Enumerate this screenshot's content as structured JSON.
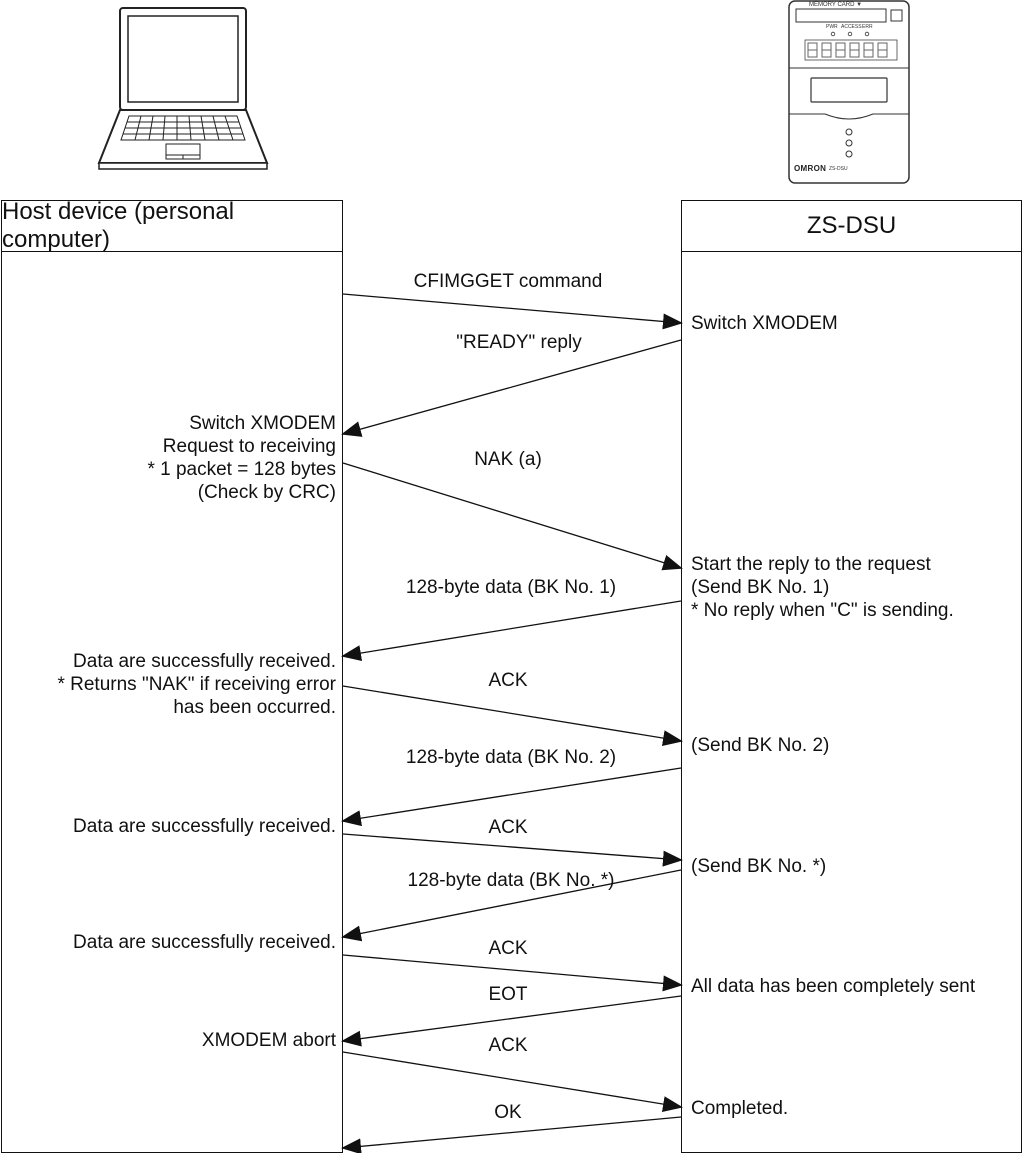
{
  "host": {
    "title": "Host device (personal computer)"
  },
  "device": {
    "title": "ZS-DSU",
    "brand": "OMRON",
    "model": "ZS-DSU",
    "card_label": "MEMORY CARD ▼",
    "leds": [
      "PWR",
      "ACCESS",
      "ERR"
    ]
  },
  "messages": [
    {
      "label": "CFIMGGET command",
      "direction": "to-device"
    },
    {
      "label": "\"READY\" reply",
      "direction": "to-host"
    },
    {
      "label": "NAK (a)",
      "direction": "to-device"
    },
    {
      "label": "128-byte data (BK No. 1)",
      "direction": "to-host"
    },
    {
      "label": "ACK",
      "direction": "to-device"
    },
    {
      "label": "128-byte data (BK No. 2)",
      "direction": "to-host"
    },
    {
      "label": "ACK",
      "direction": "to-device"
    },
    {
      "label": "128-byte data (BK No. *)",
      "direction": "to-host"
    },
    {
      "label": "ACK",
      "direction": "to-device"
    },
    {
      "label": "EOT",
      "direction": "to-host"
    },
    {
      "label": "ACK",
      "direction": "to-device"
    },
    {
      "label": "OK",
      "direction": "to-host"
    }
  ],
  "host_notes": [
    [
      "Switch XMODEM",
      "Request to receiving",
      "* 1 packet = 128 bytes",
      "(Check by CRC)"
    ],
    [
      "Data are successfully received.",
      "* Returns \"NAK\" if receiving error",
      "has been occurred."
    ],
    [
      "Data are successfully received."
    ],
    [
      "Data are successfully received."
    ],
    [
      "XMODEM abort"
    ]
  ],
  "device_notes": [
    [
      "Switch XMODEM"
    ],
    [
      "Start the reply to the request",
      "(Send BK No. 1)",
      "* No reply when \"C\" is sending."
    ],
    [
      "(Send BK No. 2)"
    ],
    [
      "(Send BK No. *)"
    ],
    [
      "All data has been completely sent"
    ],
    [
      "Completed."
    ]
  ]
}
